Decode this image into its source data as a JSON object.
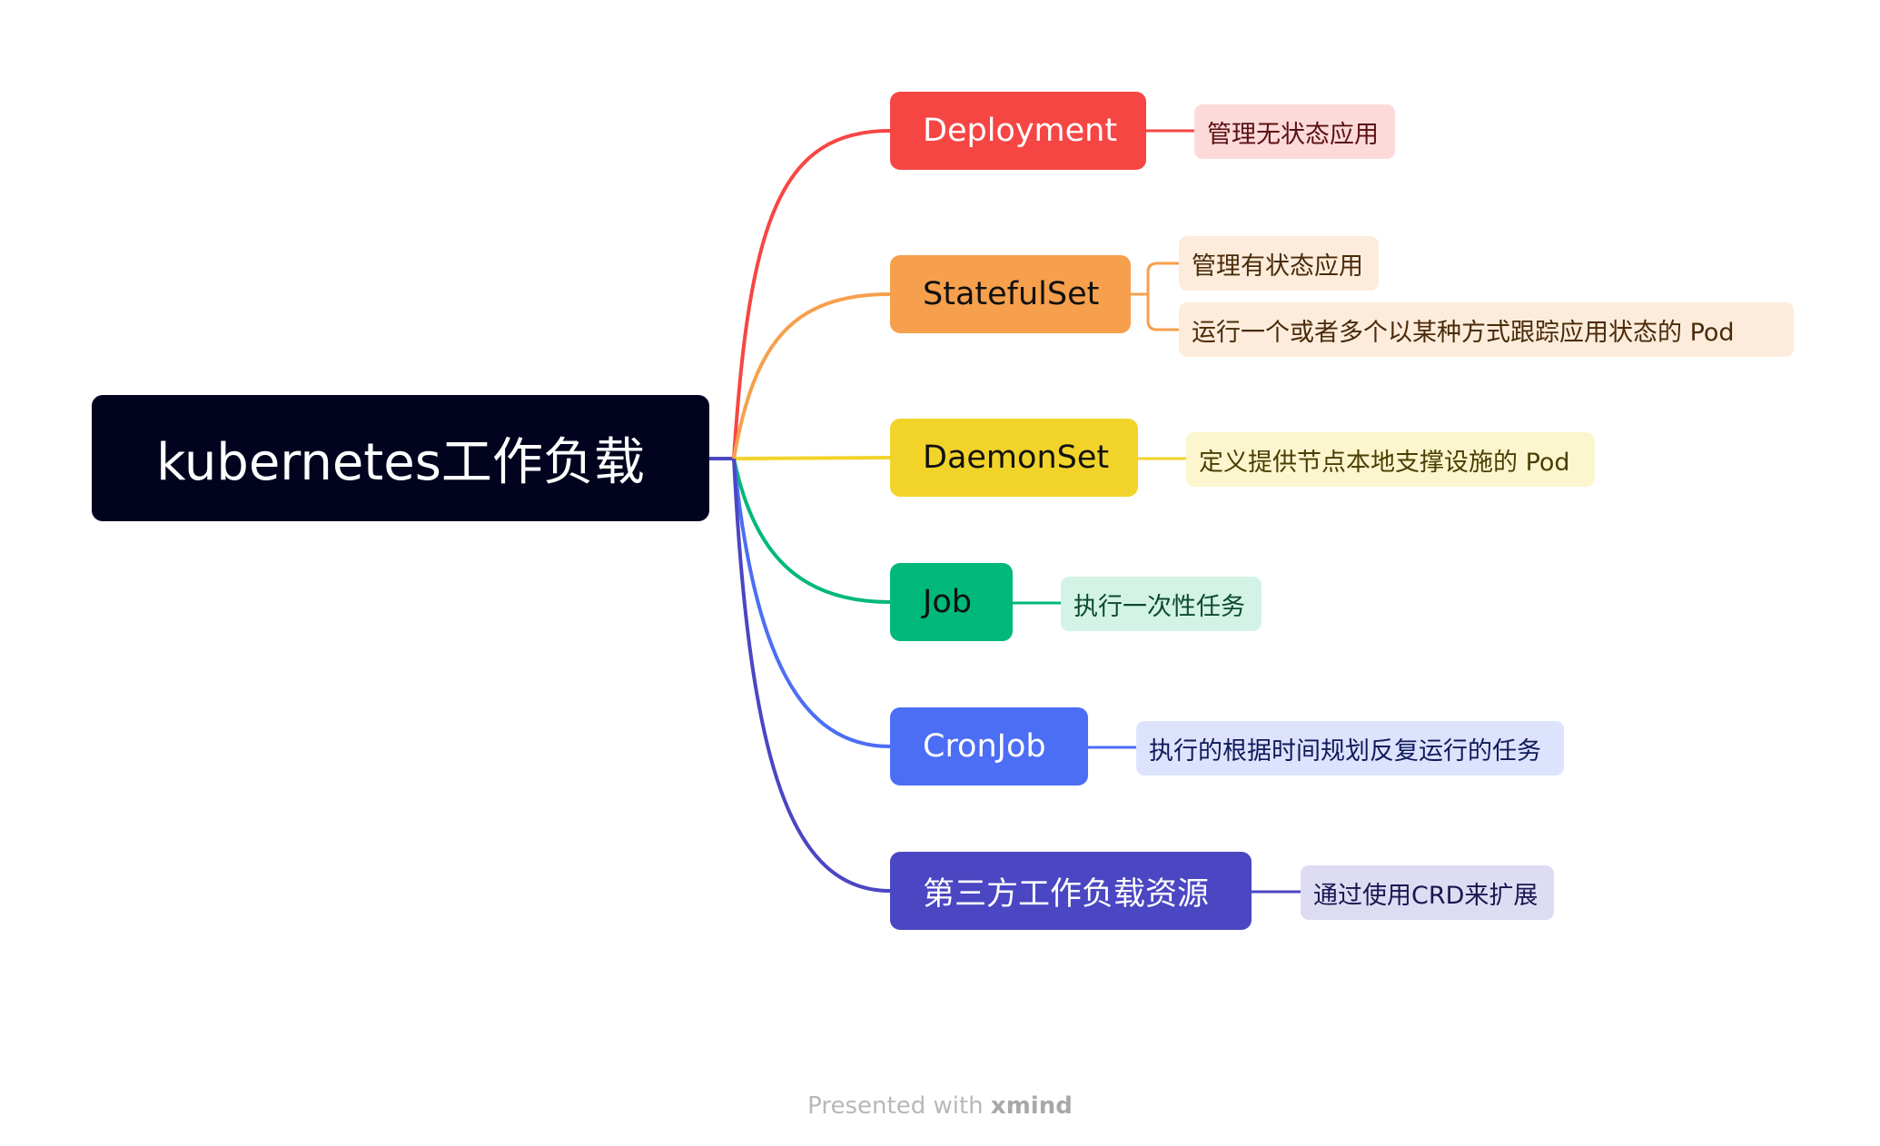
{
  "root": {
    "label": "kubernetes工作负载"
  },
  "branches": [
    {
      "label": "Deployment",
      "color": "#f64644"
    },
    {
      "label": "StatefulSet",
      "color": "#f6a04d"
    },
    {
      "label": "DaemonSet",
      "color": "#f2d32a"
    },
    {
      "label": "Job",
      "color": "#00b87a"
    },
    {
      "label": "CronJob",
      "color": "#4c6ef5"
    },
    {
      "label": "第三方工作负载资源",
      "color": "#4b46c2"
    }
  ],
  "leaves": {
    "deployment": [
      "管理无状态应用"
    ],
    "statefulset": [
      "管理有状态应用",
      "运行一个或者多个以某种方式跟踪应用状态的 Pod"
    ],
    "daemonset": [
      "定义提供节点本地支撑设施的 Pod"
    ],
    "job": [
      "执行一次性任务"
    ],
    "cronjob": [
      "执行的根据时间规划反复运行的任务"
    ],
    "third_party": [
      "通过使用CRD来扩展"
    ]
  },
  "footer": {
    "prefix": "Presented with",
    "brand": "xmind"
  }
}
